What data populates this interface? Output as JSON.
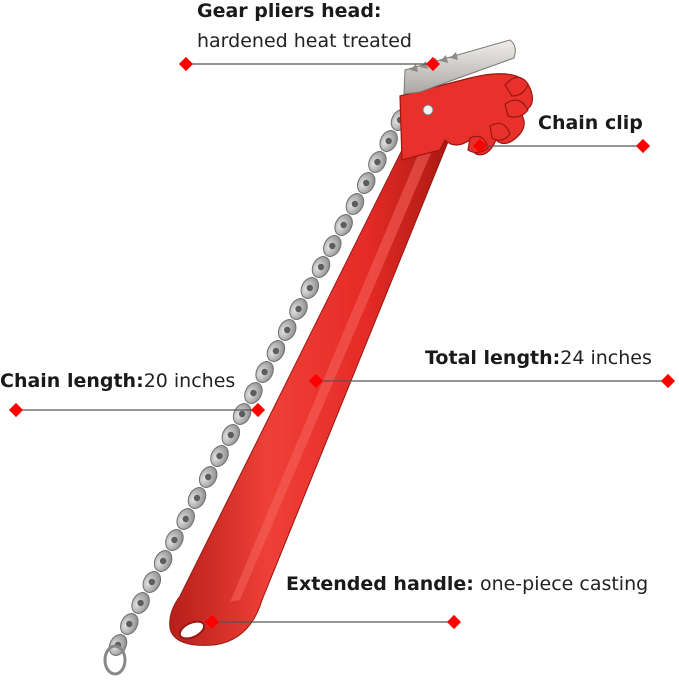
{
  "colors": {
    "handle": "#e8312b",
    "handle_shadow": "#b71f1a",
    "chain": "#a9a9a9",
    "jaw": "#d8d6d2",
    "marker": "#ff0000",
    "leader": "#555555",
    "text": "#222222"
  },
  "callouts": {
    "gear_head": {
      "title": "Gear pliers head:",
      "detail": "hardened heat treated"
    },
    "chain_clip": {
      "title": "Chain clip"
    },
    "total_length": {
      "title": "Total length:",
      "detail": "24 inches"
    },
    "chain_length": {
      "title": "Chain length:",
      "detail": "20 inches"
    },
    "extended_handle": {
      "title": "Extended handle:",
      "detail": "one-piece casting"
    }
  }
}
